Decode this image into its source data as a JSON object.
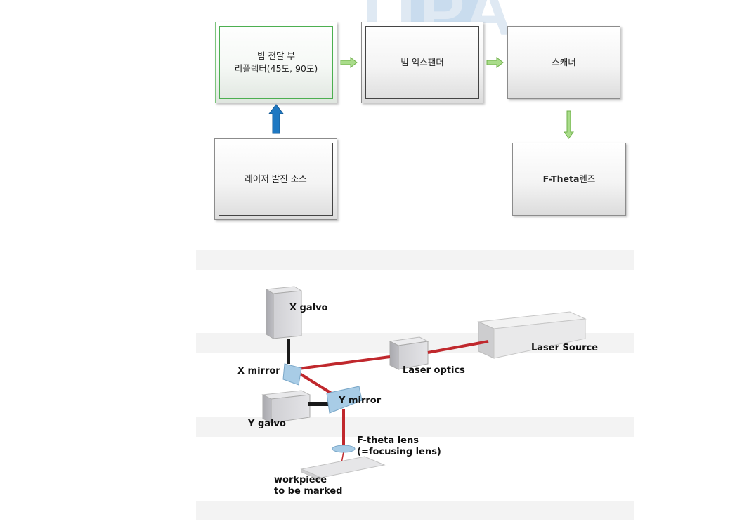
{
  "watermark": {
    "text": "TIPA"
  },
  "flowchart": {
    "beam_delivery": {
      "line1": "빔 전달 부",
      "line2": "리플렉터(45도, 90도)"
    },
    "beam_expander": "빔 익스팬더",
    "scanner": "스캐너",
    "laser_source": "레이저 발진 소스",
    "f_theta": {
      "bold": "F-Theta",
      "rest": "렌즈"
    }
  },
  "illustration": {
    "labels": {
      "x_galvo": "X galvo",
      "x_mirror": "X mirror",
      "laser_optics": "Laser optics",
      "laser_source": "Laser Source",
      "y_mirror": "Y mirror",
      "y_galvo": "Y galvo",
      "f_theta_line1": "F-theta lens",
      "f_theta_line2": "(=focusing lens)",
      "workpiece_line1": "workpiece",
      "workpiece_line2": "to be marked"
    },
    "colors": {
      "beam": "#c0282d",
      "arrow_blue": "#1e78c2",
      "arrow_green": "#8fce6a",
      "mirror": "#a8cce6"
    }
  }
}
